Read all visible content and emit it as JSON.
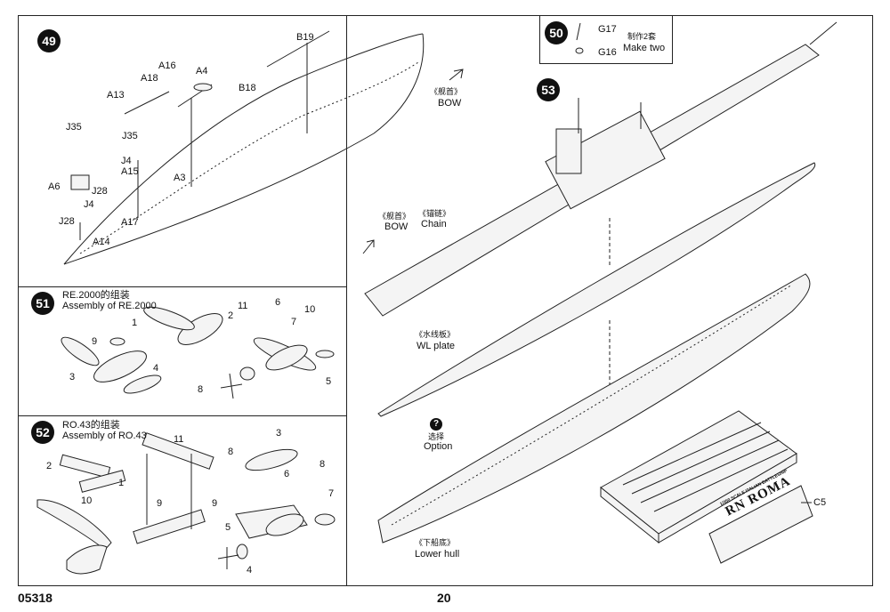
{
  "page": {
    "code": "05318",
    "number": "20"
  },
  "step49": {
    "badge": "49",
    "labels": [
      "B19",
      "A16",
      "A4",
      "A18",
      "B18",
      "A13",
      "J35",
      "J35",
      "J4",
      "A15",
      "A3",
      "A6",
      "J28",
      "J4",
      "J28",
      "A17",
      "A14"
    ]
  },
  "step50": {
    "badge": "50",
    "g17": "G17",
    "g16": "G16",
    "note_cn": "制作2套",
    "note_en": "Make two"
  },
  "step51": {
    "badge": "51",
    "title_cn": "RE.2000的组装",
    "title_en": "Assembly of  RE.2000",
    "labels": [
      "1",
      "2",
      "9",
      "3",
      "4",
      "11",
      "6",
      "10",
      "7",
      "8",
      "5"
    ]
  },
  "step52": {
    "badge": "52",
    "title_cn": "RO.43的组装",
    "title_en": "Assembly of  RO.43",
    "labels": [
      "2",
      "1",
      "10",
      "11",
      "9",
      "9",
      "3",
      "8",
      "6",
      "8",
      "7",
      "5",
      "4"
    ]
  },
  "step53": {
    "badge": "53",
    "bow_top_cn": "《舰首》",
    "bow_top_en": "BOW",
    "bow_left_cn": "《舰首》",
    "bow_left_en": "BOW",
    "chain_cn": "《锚链》",
    "chain_en": "Chain",
    "wl_cn": "《水线板》",
    "wl_en": "WL plate",
    "option_icon": "?",
    "option_cn": "选择",
    "option_en": "Option",
    "hull_cn": "《下船底》",
    "hull_en": "Lower hull",
    "stand_label": "C5",
    "nameplate_small": "1/350 SCALE ITALIAN BATTLESHIP",
    "nameplate_big": "RN ROMA"
  }
}
